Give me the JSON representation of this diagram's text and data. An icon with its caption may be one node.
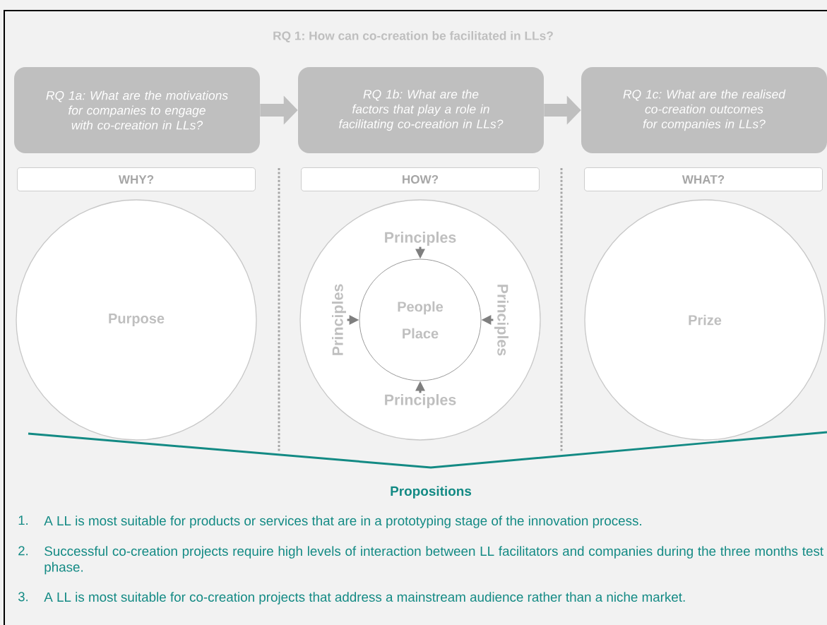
{
  "diagram": {
    "title": "RQ 1: How can co-creation be facilitated in LLs?",
    "nodes": [
      {
        "text": [
          "RQ 1a: What are the motivations for companies to engage with co-creation in LLs?"
        ]
      },
      {
        "text": [
          "RQ 1b: What are the factors that play a role in facilitating co-creation in LLs?"
        ]
      },
      {
        "text": [
          "RQ 1c: What are the realised co-creation outcomes for companies in LLs?"
        ]
      },
      {
        "text": [
          "WHY?"
        ]
      },
      {
        "text": [
          "HOW?"
        ]
      },
      {
        "text": [
          "WHAT?"
        ]
      },
      {
        "text": [
          "Purpose"
        ]
      },
      {
        "text": [],
        "shape": "circle"
      },
      {
        "text": [
          "Principles"
        ],
        "in": 7
      },
      {
        "text": [
          "People",
          "Place"
        ],
        "in": 7
      },
      {
        "text": [
          "Principles"
        ],
        "in": 7
      },
      {
        "text": [
          "Principles"
        ],
        "in": 7
      },
      {
        "text": [
          "Principles"
        ],
        "in": 7
      },
      {
        "text": [
          "Prize"
        ]
      }
    ],
    "edges": [
      {
        "from": 0,
        "to": 1,
        "arrow": "to",
        "style": "thick",
        "color": "#bfbfbf"
      },
      {
        "from": 1,
        "to": 2,
        "arrow": "to",
        "style": "thick",
        "color": "#bfbfbf"
      },
      {
        "from": 8,
        "to": 9,
        "arrow": "to"
      },
      {
        "from": 10,
        "to": 9,
        "arrow": "to"
      },
      {
        "from": 11,
        "to": 9,
        "arrow": "to"
      },
      {
        "from": 12,
        "to": 9,
        "arrow": "to"
      }
    ],
    "labels": [
      "Propositions",
      "1.",
      "A LL is most suitable for products or services that are in a prototyping stage of the innovation process.",
      "2.",
      "Successful co-creation projects require high levels of interaction between LL facilitators and companies during the three months test phase.",
      "3.",
      "A LL is most suitable for co-creation projects that address a mainstream audience rather than a niche market."
    ]
  }
}
